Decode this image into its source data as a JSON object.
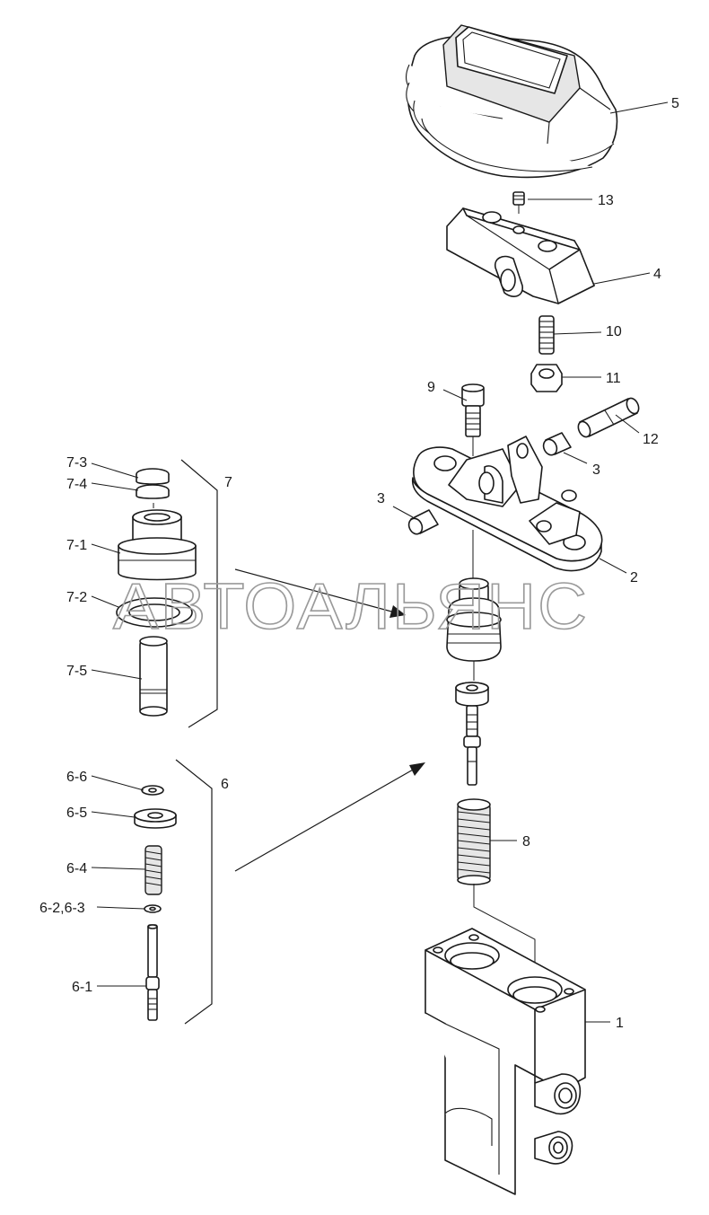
{
  "watermark": "АВТОАЛЬЯНС",
  "labels": {
    "p1": "1",
    "p2": "2",
    "p3a": "3",
    "p3b": "3",
    "p4": "4",
    "p5": "5",
    "p6": "6",
    "p7": "7",
    "p8": "8",
    "p9": "9",
    "p10": "10",
    "p11": "11",
    "p12": "12",
    "p13": "13",
    "p7_3": "7-3",
    "p7_4": "7-4",
    "p7_1": "7-1",
    "p7_2": "7-2",
    "p7_5": "7-5",
    "p6_6": "6-6",
    "p6_5": "6-5",
    "p6_4": "6-4",
    "p6_2_3": "6-2,6-3",
    "p6_1": "6-1"
  }
}
